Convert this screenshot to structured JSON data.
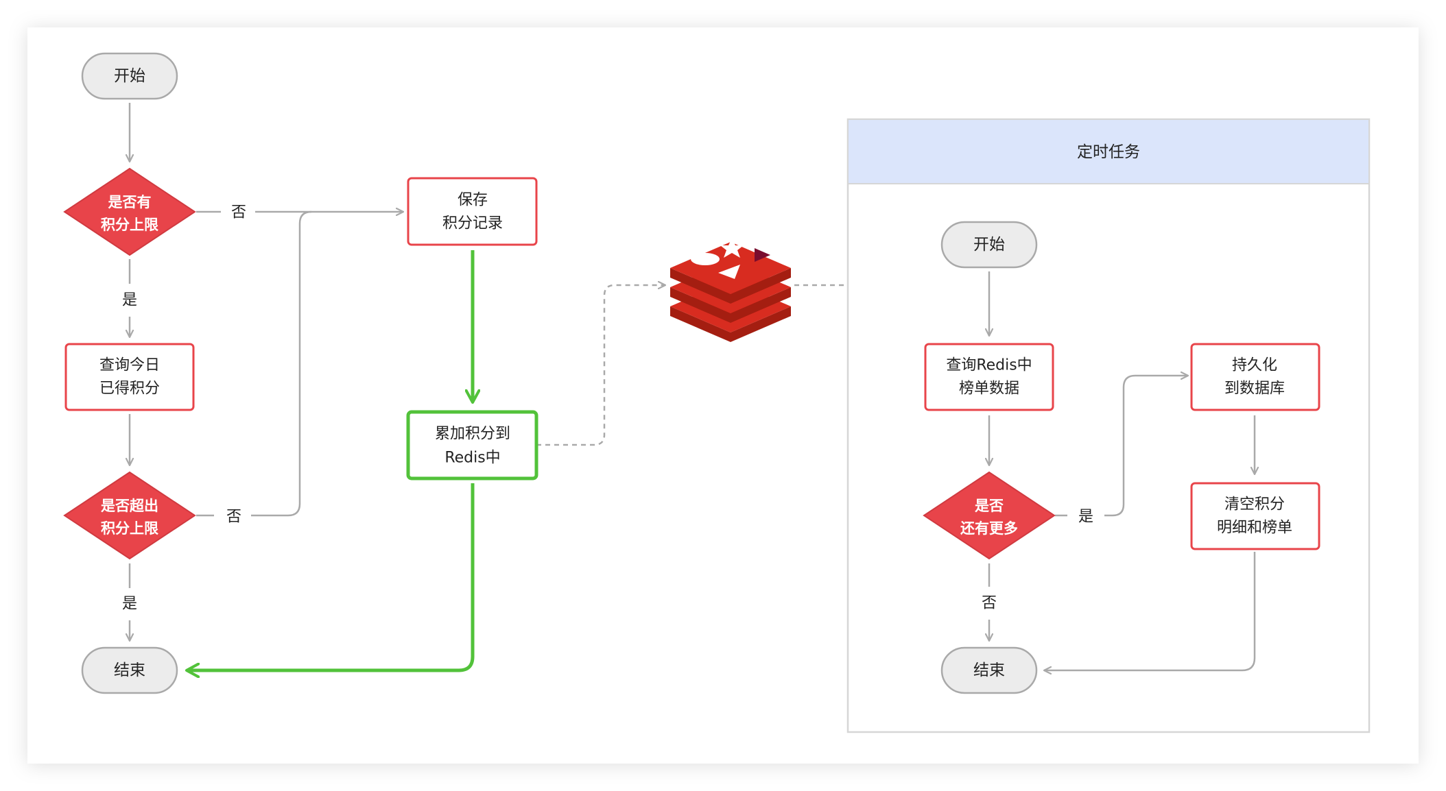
{
  "left_flow": {
    "start_label": "开始",
    "decision1_line1": "是否有",
    "decision1_line2": "积分上限",
    "decision1_no": "否",
    "decision1_yes": "是",
    "query_today_line1": "查询今日",
    "query_today_line2": "已得积分",
    "decision2_line1": "是否超出",
    "decision2_line2": "积分上限",
    "decision2_no": "否",
    "decision2_yes": "是",
    "end_label": "结束",
    "save_line1": "保存",
    "save_line2": "积分记录",
    "accumulate_line1": "累加积分到",
    "accumulate_line2": "Redis中"
  },
  "redis_icon": "redis-logo-icon",
  "scheduled_task": {
    "title": "定时任务",
    "start_label": "开始",
    "query_line1": "查询Redis中",
    "query_line2": "榜单数据",
    "decision_line1": "是否",
    "decision_line2": "还有更多",
    "decision_yes": "是",
    "decision_no": "否",
    "persist_line1": "持久化",
    "persist_line2": "到数据库",
    "clear_line1": "清空积分",
    "clear_line2": "明细和榜单",
    "end_label": "结束"
  },
  "colors": {
    "red": "#e8444a",
    "green": "#52c23a",
    "gray_line": "#a9a9a9",
    "terminal_fill": "#ececec",
    "lane_header": "#dbe5fb"
  }
}
